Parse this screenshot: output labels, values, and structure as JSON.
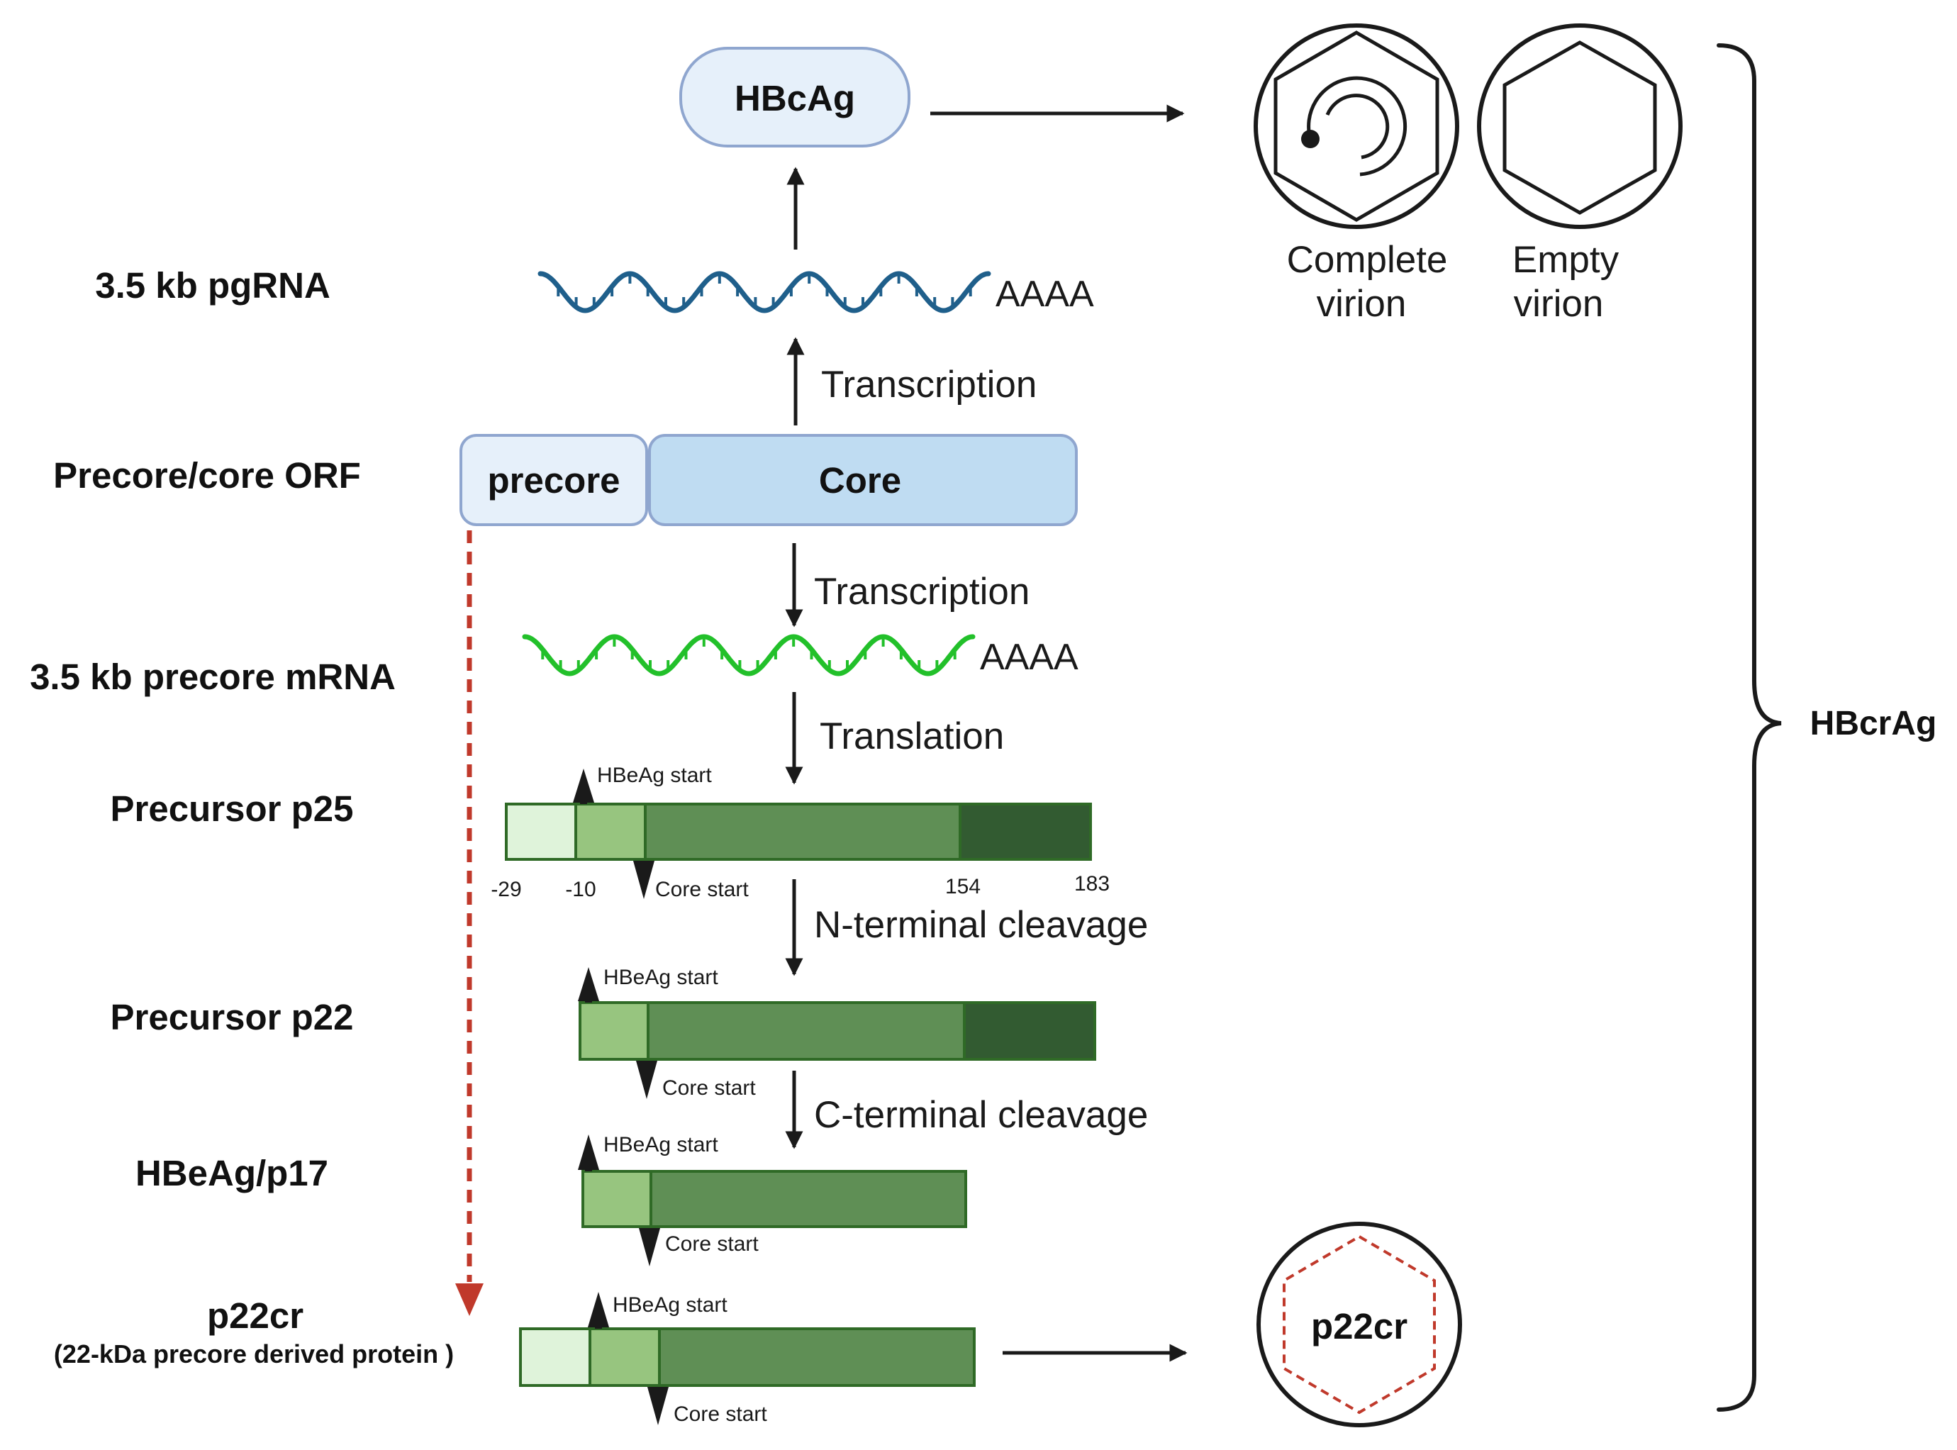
{
  "rows": {
    "pgrna": "3.5 kb pgRNA",
    "orf": "Precore/core ORF",
    "precore_mrna": "3.5 kb precore mRNA",
    "p25": "Precursor p25",
    "p22": "Precursor p22",
    "hbeag": "HBeAg/p17",
    "p22cr": "p22cr",
    "p22cr_sub": "(22-kDa precore derived protein )"
  },
  "boxes": {
    "hbcag": "HBcAg",
    "precore": "precore",
    "core": "Core",
    "p22cr_circle": "p22cr"
  },
  "steps": {
    "transcription_up": "Transcription",
    "transcription_down": "Transcription",
    "translation": "Translation",
    "n_cleavage": "N-terminal cleavage",
    "c_cleavage": "C-terminal cleavage"
  },
  "polya": {
    "pgrna": "AAAA",
    "mrna": "AAAA"
  },
  "markers": {
    "hbeag_start": "HBeAg start",
    "core_start": "Core start"
  },
  "positions": {
    "p29": "-29",
    "p10": "-10",
    "p154": "154",
    "p183": "183"
  },
  "virions": {
    "complete_line1": "Complete",
    "complete_line2": "virion",
    "empty_line1": "Empty",
    "empty_line2": "virion"
  },
  "brace_label": "HBcrAg",
  "colors": {
    "pgrna_strand": "#1f5f8b",
    "mrna_strand": "#22c02a",
    "box_fill_light": "#e6f0fa",
    "box_fill_core": "#bfdcf2",
    "box_stroke": "#8fa6cf",
    "seg_precore": "#dff3da",
    "seg_pre10": "#97c57f",
    "seg_core": "#5f8f55",
    "seg_cterm": "#325b31",
    "seg_stroke": "#2f6a26",
    "dashed": "#c0392b"
  }
}
